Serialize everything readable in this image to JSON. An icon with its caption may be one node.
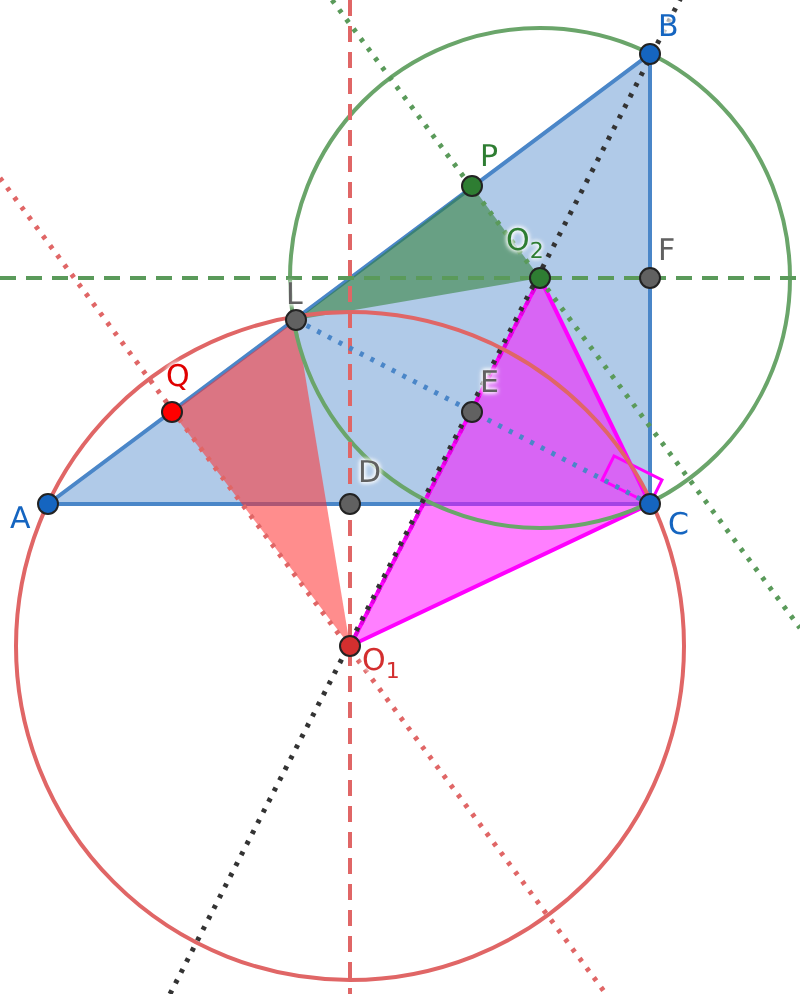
{
  "diagram": {
    "labels": [
      "B",
      "P",
      "O$_{2}$",
      "F",
      "L",
      "Q",
      "E",
      "D",
      "A",
      "C",
      "O$_{1}$"
    ]
  }
}
